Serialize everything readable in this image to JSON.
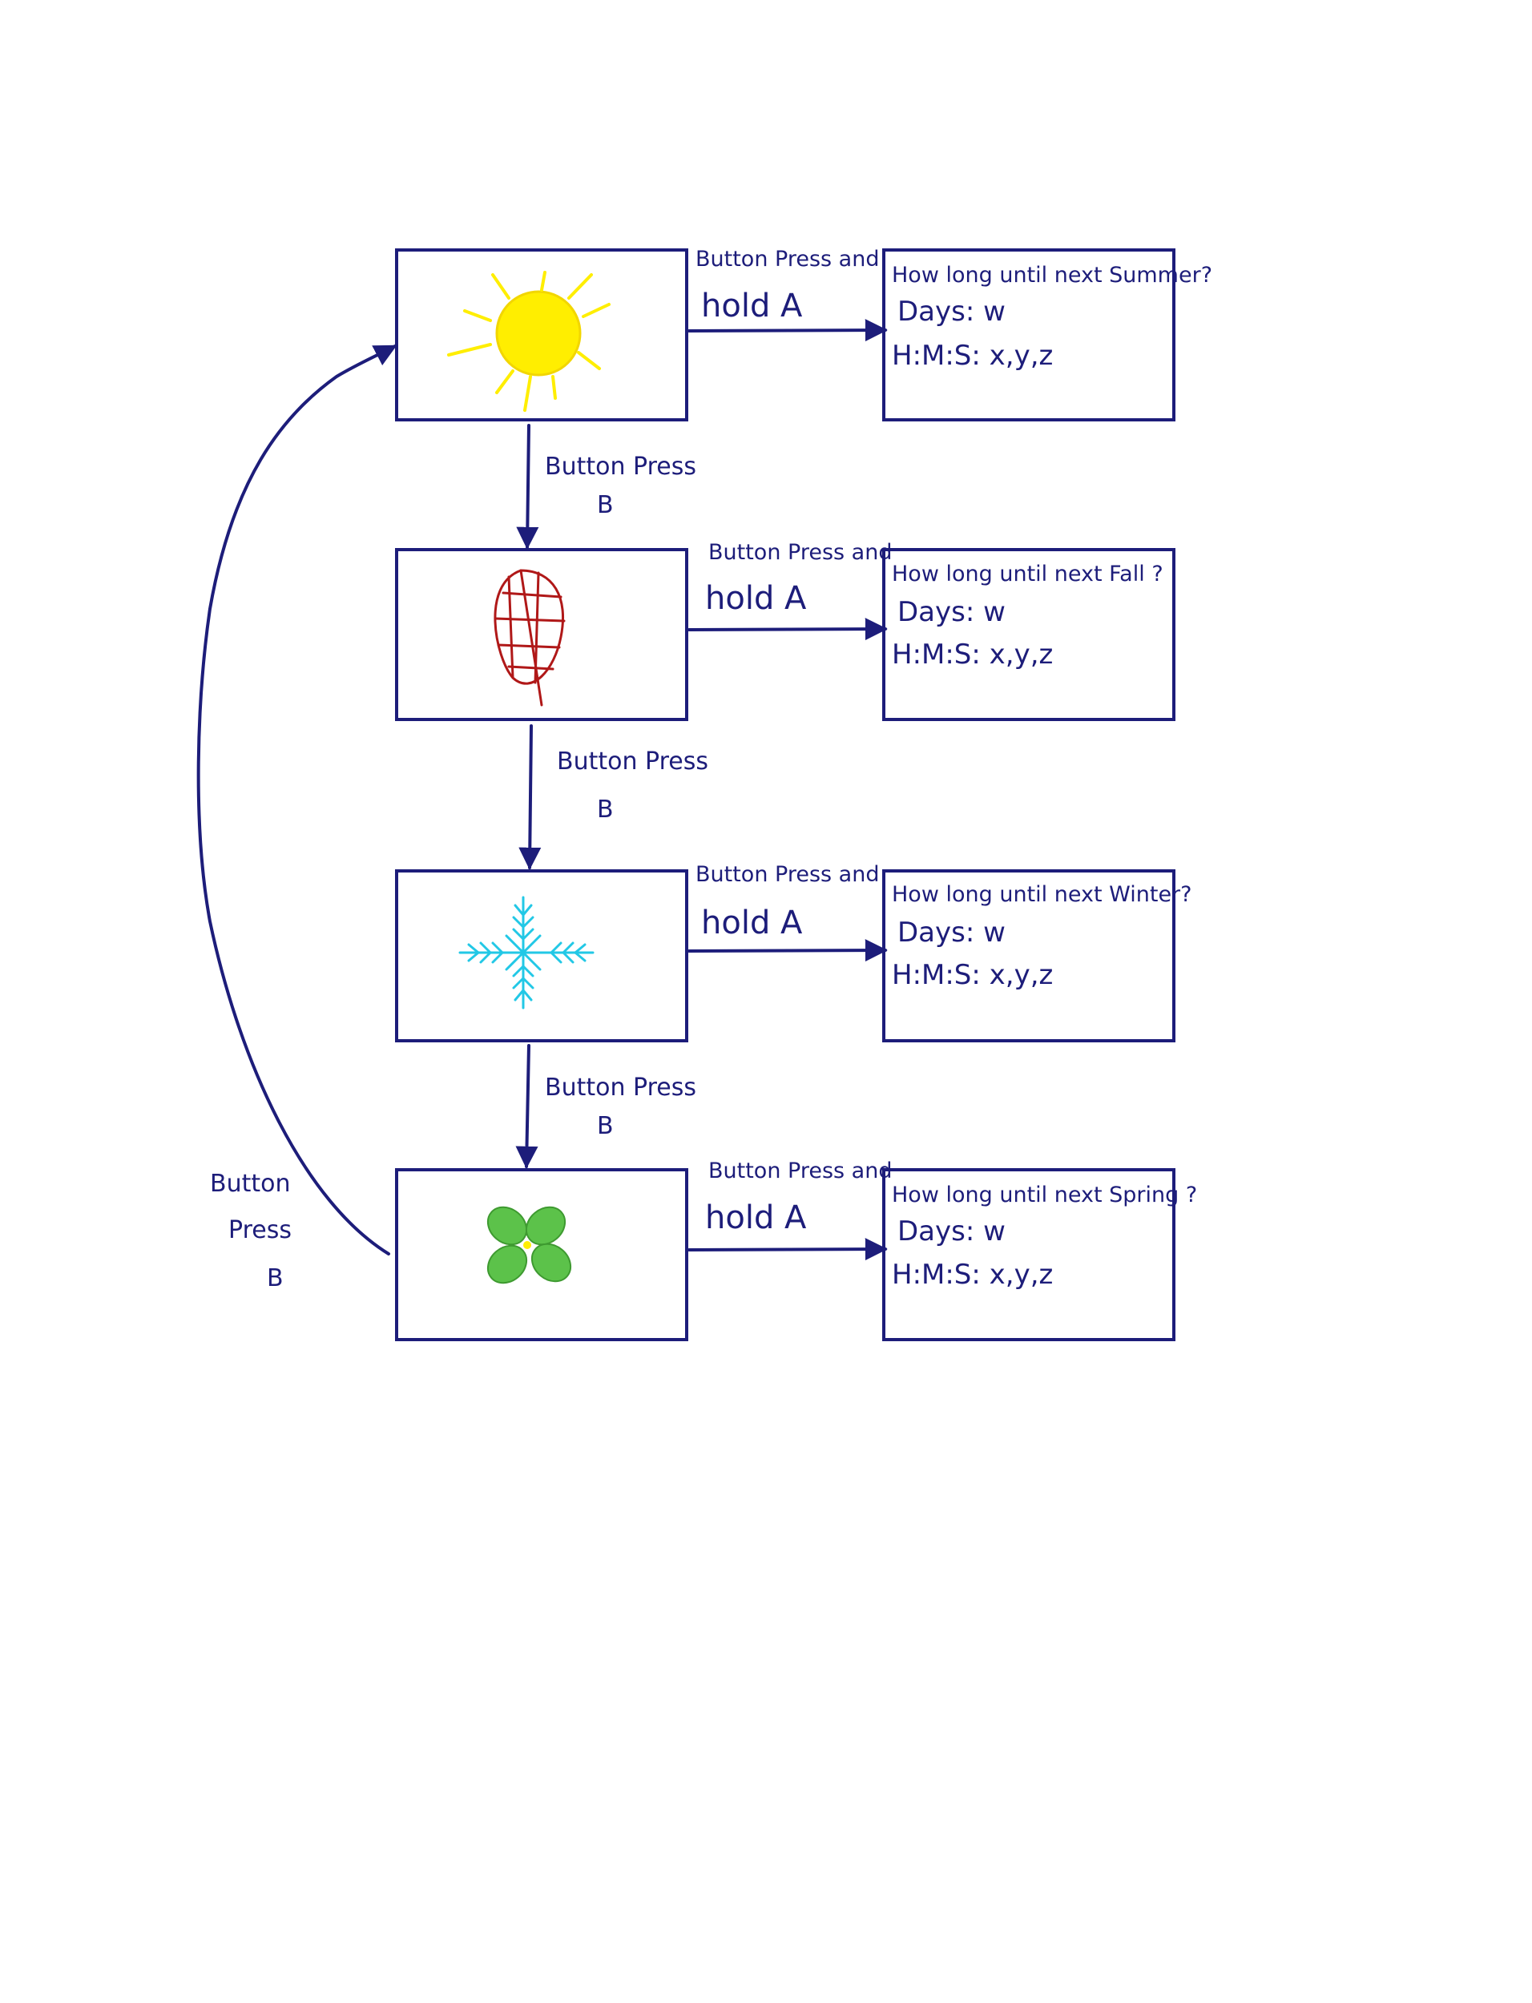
{
  "colors": {
    "ink": "#1d1d7a",
    "sun": "#ffee00",
    "leaf": "#b01818",
    "snowflake": "#22c8e6",
    "clover": "#5cc24a"
  },
  "states": [
    {
      "icon": "sun-icon",
      "info": {
        "title": "How long until next Summer?",
        "days": "Days: w",
        "hms": "H:M:S: x,y,z"
      }
    },
    {
      "icon": "leaf-icon",
      "info": {
        "title": "How long until next Fall ?",
        "days": "Days: w",
        "hms": "H:M:S: x,y,z"
      }
    },
    {
      "icon": "snowflake-icon",
      "info": {
        "title": "How long until next Winter?",
        "days": "Days: w",
        "hms": "H:M:S: x,y,z"
      }
    },
    {
      "icon": "clover-icon",
      "info": {
        "title": "How long until next Spring ?",
        "days": "Days: w",
        "hms": "H:M:S: x,y,z"
      }
    }
  ],
  "edges": {
    "hold_a": {
      "line1": "Button Press and",
      "line2": "hold A"
    },
    "press_b": {
      "line1": "Button Press",
      "line2": "B"
    },
    "loop_b": {
      "line1": "Button",
      "line2": "Press",
      "line3": "B"
    }
  }
}
